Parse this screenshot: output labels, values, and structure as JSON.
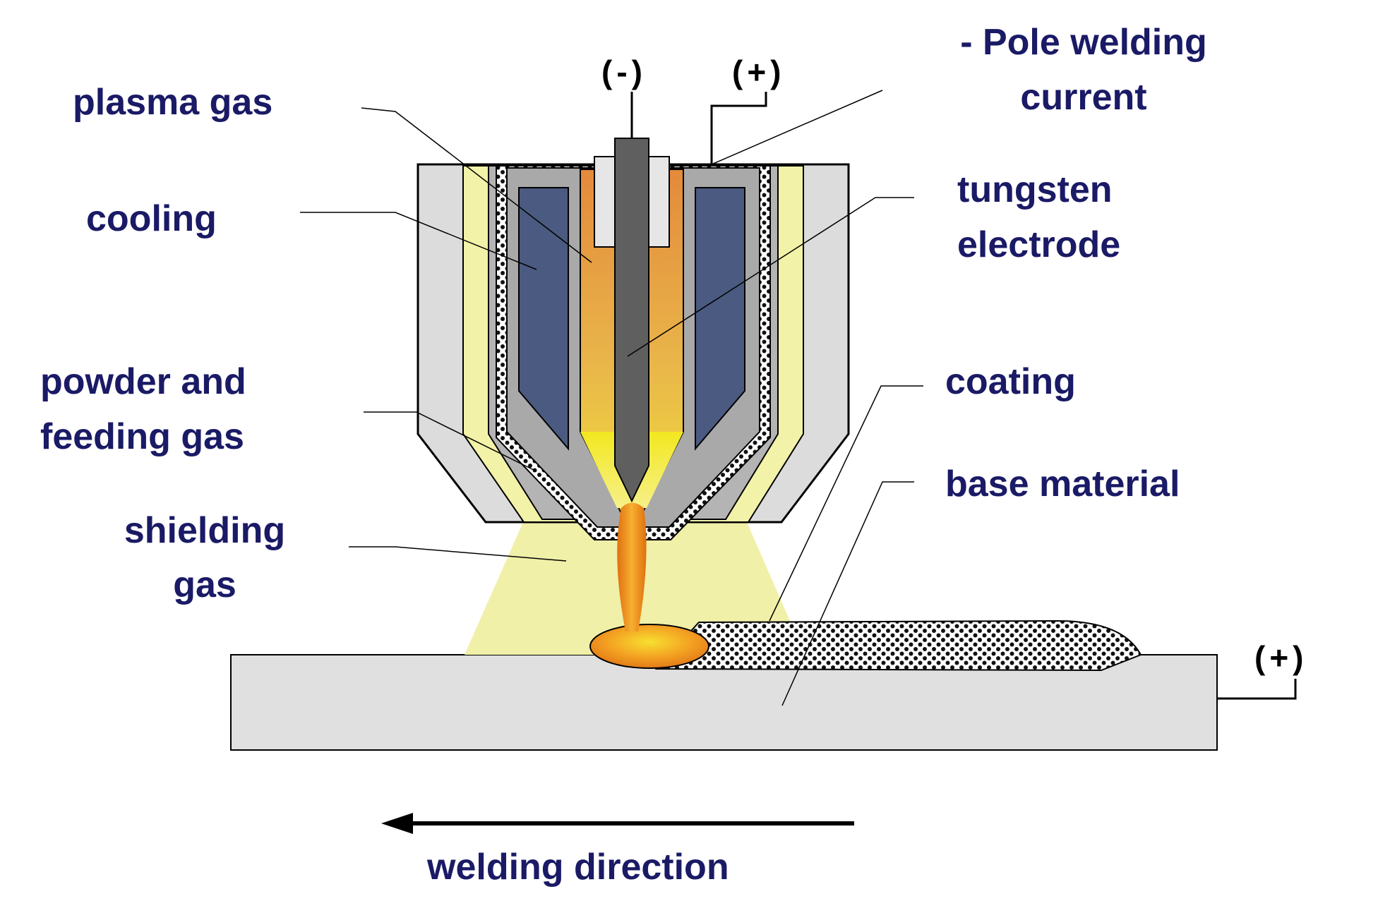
{
  "labels": {
    "plasma_gas": "plasma gas",
    "cooling": "cooling",
    "powder_feeding_gas": [
      "powder and",
      "feeding gas"
    ],
    "shielding_gas": [
      "shielding",
      "gas"
    ],
    "pole_welding_current": [
      "- Pole welding",
      "current"
    ],
    "tungsten_electrode": [
      "tungsten",
      "electrode"
    ],
    "coating": "coating",
    "base_material": "base material",
    "welding_direction": "welding direction"
  },
  "poles": {
    "negative": "(-)",
    "positive_torch": "(+)",
    "positive_workpiece": "(+)"
  },
  "colors": {
    "label_text": "#1a1a66",
    "outer_shell": "#dcdcdc",
    "shielding_gas": "#f0f0a8",
    "inner_nozzle": "#a9a9a9",
    "cooling_water": "#4b5a80",
    "electrode": "#5f5f5f",
    "plasma_orange": "#e89a3c",
    "arc_yellow": "#f4ef20",
    "weld_pool": "#f39a1a",
    "base_material": "#e0e0e0"
  }
}
